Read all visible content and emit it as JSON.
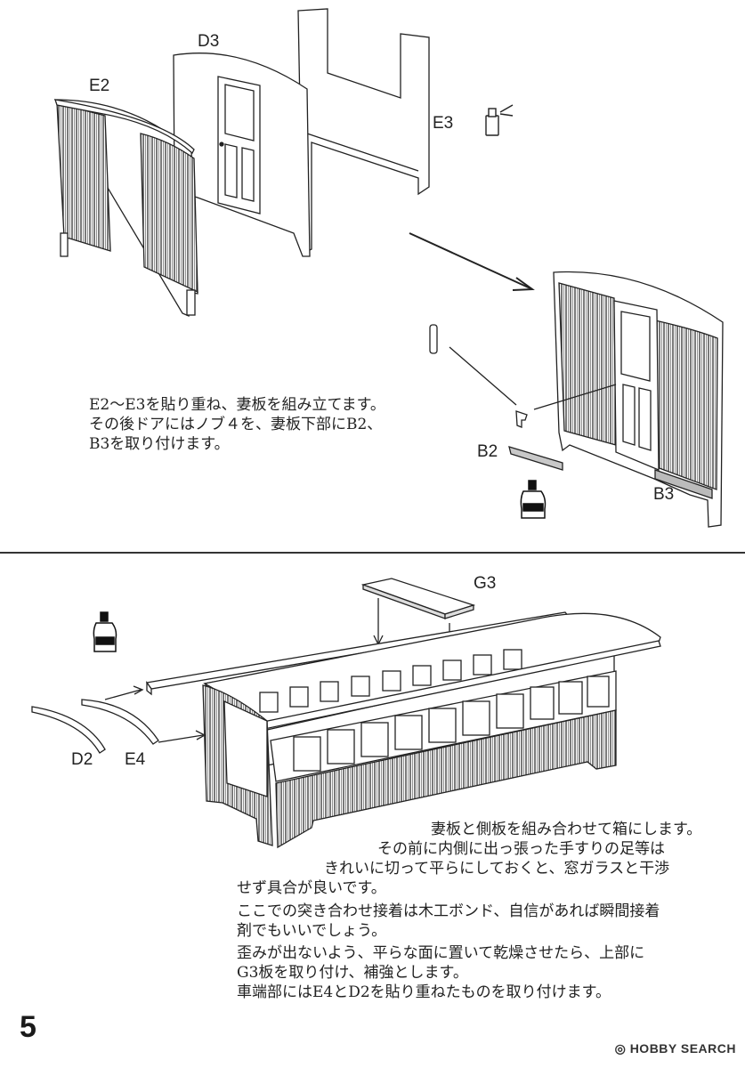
{
  "step1": {
    "labels": {
      "d3": "D3",
      "e2": "E2",
      "e3": "E3",
      "b2": "B2",
      "b3": "B3"
    },
    "text": [
      "E2～E3を貼り重ね、妻板を組み立てます。",
      "その後ドアにはノブ４を、妻板下部にB2、",
      "B3を取り付けます。"
    ]
  },
  "step2": {
    "labels": {
      "g3": "G3",
      "d2": "D2",
      "e4": "E4"
    },
    "text": [
      "妻板と側板を組み合わせて箱にします。",
      "その前に内側に出っ張った手すりの足等は",
      "きれいに切って平らにしておくと、窓ガラスと干渉",
      "せず具合が良いです。",
      "ここでの突き合わせ接着は木工ボンド、自信があれば瞬間接着",
      "剤でもいいでしょう。",
      "歪みが出ないよう、平らな面に置いて乾燥させたら、上部に",
      "G3板を取り付け、補強とします。",
      "車端部にはE4とD2を貼り重ねたものを取り付けます。"
    ]
  },
  "footer": {
    "page_number": "5",
    "brand": "HOBBY SEARCH"
  }
}
